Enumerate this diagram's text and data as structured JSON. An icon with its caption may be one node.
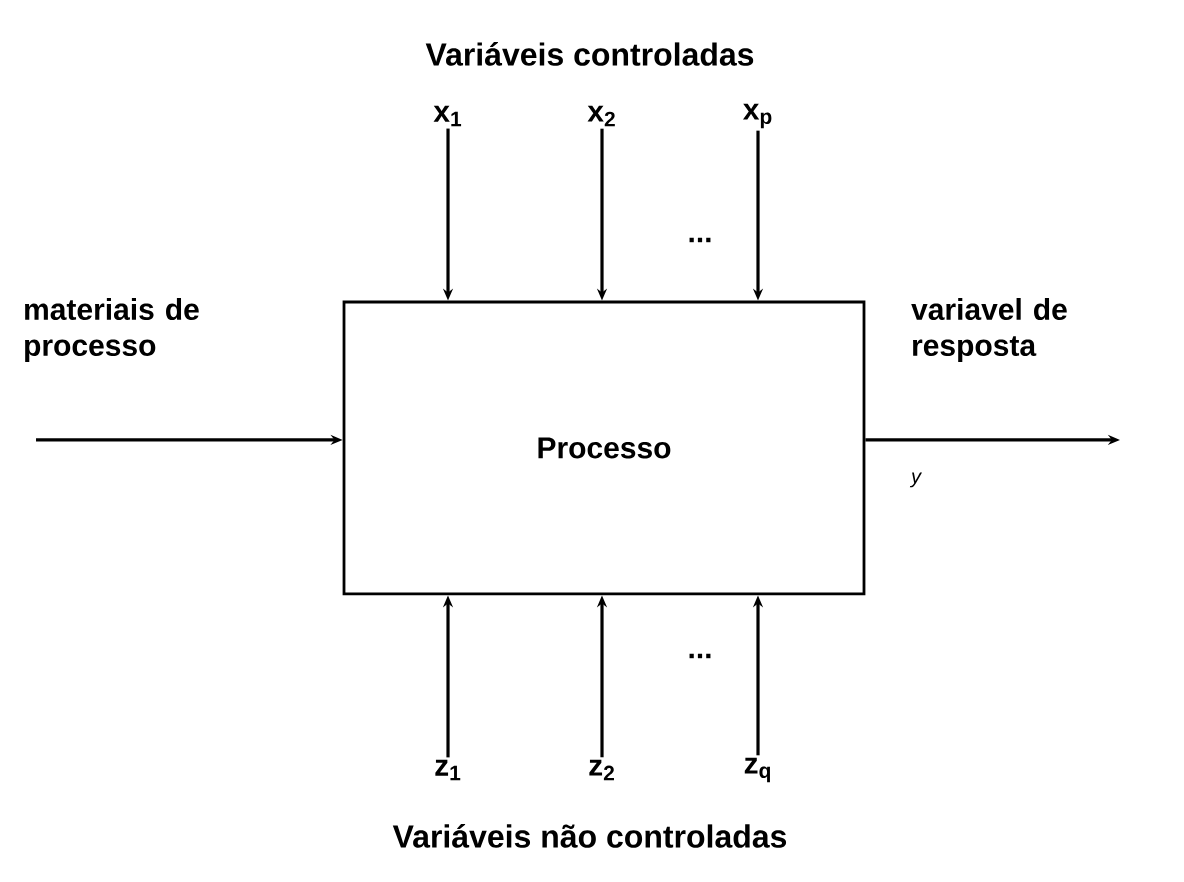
{
  "diagram": {
    "title": "Variáveis controladas",
    "caption": "Variáveis não controladas",
    "nodes": [
      {
        "text": [
          "Processo"
        ]
      },
      {
        "text": [
          "x$_{1}$"
        ]
      },
      {
        "text": [
          "x$_{2}$"
        ]
      },
      {
        "text": [
          "x$_{p}$"
        ]
      },
      {
        "text": [
          "z$_{1}$"
        ]
      },
      {
        "text": [
          "z$_{2}$"
        ]
      },
      {
        "text": [
          "z$_{q}$"
        ]
      }
    ],
    "edges": [
      {
        "from": 1,
        "to": 0,
        "arrow": "to"
      },
      {
        "from": 2,
        "to": 0,
        "arrow": "to"
      },
      {
        "from": 3,
        "to": 0,
        "arrow": "to"
      },
      {
        "from": 4,
        "to": 0,
        "arrow": "to"
      },
      {
        "from": 5,
        "to": 0,
        "arrow": "to"
      },
      {
        "from": 6,
        "to": 0,
        "arrow": "to"
      },
      {
        "from": null,
        "to": 0,
        "arrow": "to",
        "label": "materiais de processo"
      },
      {
        "from": 0,
        "to": null,
        "arrow": "to",
        "label": "variavel de resposta"
      }
    ],
    "labels": [
      "...",
      "...",
      "y"
    ]
  }
}
